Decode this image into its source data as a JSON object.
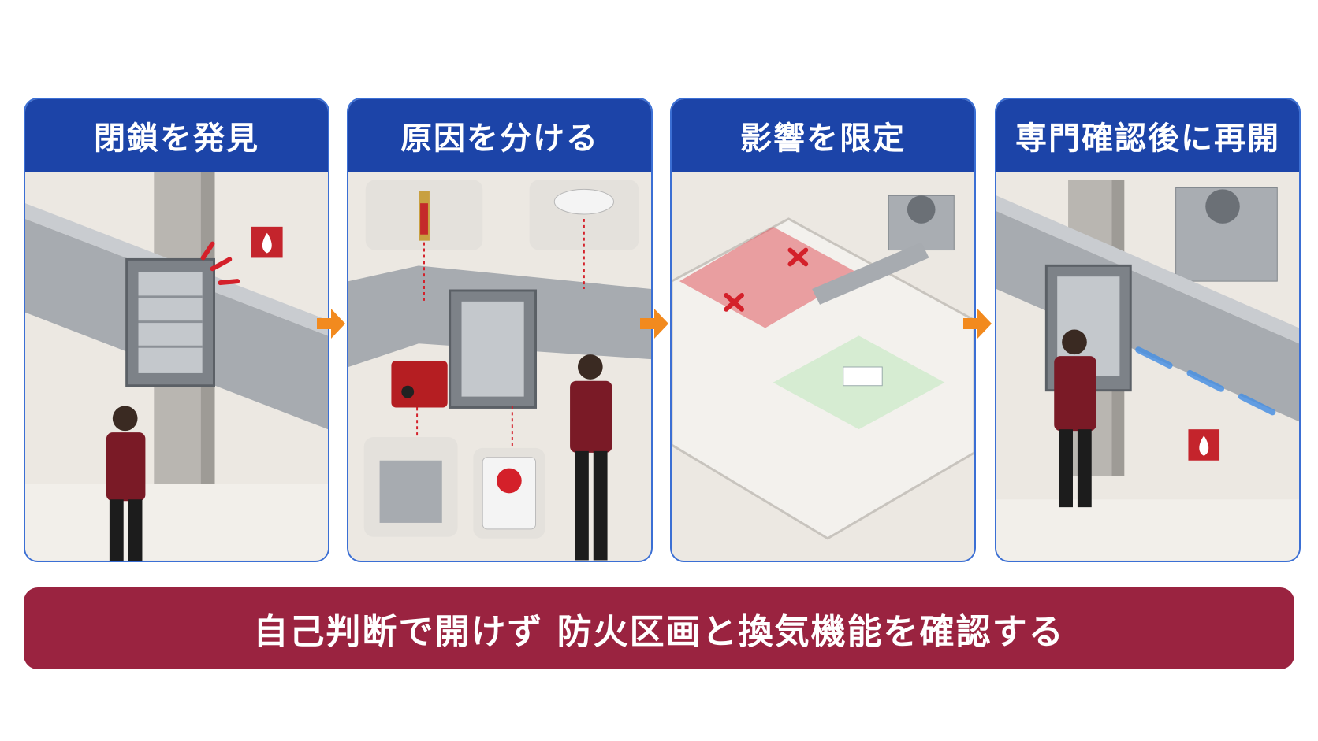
{
  "steps": [
    {
      "title": "閉鎖を発見"
    },
    {
      "title": "原因を分ける"
    },
    {
      "title": "影響を限定"
    },
    {
      "title": "専門確認後に再開"
    }
  ],
  "banner": {
    "text": "自己判断で開けず 防火区画と換気機能を確認する"
  },
  "colors": {
    "header": "#1c44a8",
    "panel_border": "#3b6fd4",
    "banner": "#9a2340",
    "arrow": "#f28a1e",
    "alert_red": "#d4202a"
  }
}
